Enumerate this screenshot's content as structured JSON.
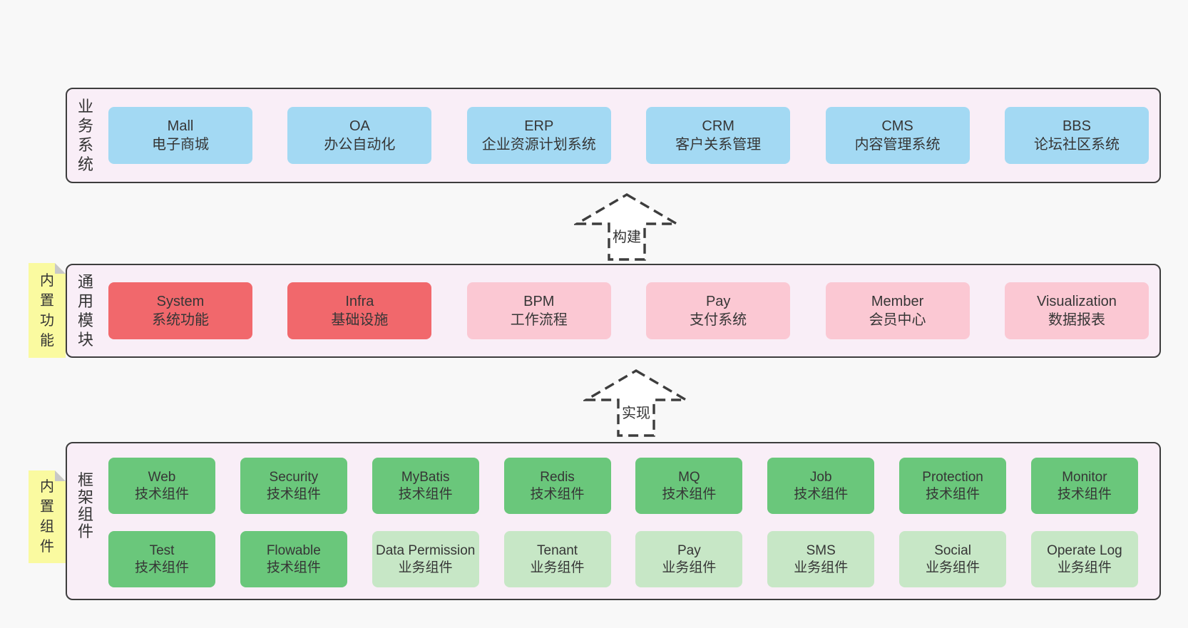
{
  "palette": {
    "page_bg": "#f8f8f8",
    "layer_bg": "#f9eef7",
    "layer_border": "#3d3d3d",
    "blue": "#a3d9f3",
    "red": "#f1686c",
    "pink": "#fbc8d3",
    "green": "#6ac77b",
    "green_light": "#c7e7c6",
    "sticky_yellow": "#fafaa0",
    "sticky_fold_gray": "#c8c8c8",
    "text": "#333333"
  },
  "business": {
    "label": "业务系统",
    "boxes": [
      {
        "title": "Mall",
        "subtitle": "电子商城",
        "variant": "blue"
      },
      {
        "title": "OA",
        "subtitle": "办公自动化",
        "variant": "blue"
      },
      {
        "title": "ERP",
        "subtitle": "企业资源计划系统",
        "variant": "blue"
      },
      {
        "title": "CRM",
        "subtitle": "客户关系管理",
        "variant": "blue"
      },
      {
        "title": "CMS",
        "subtitle": "内容管理系统",
        "variant": "blue"
      },
      {
        "title": "BBS",
        "subtitle": "论坛社区系统",
        "variant": "blue"
      }
    ]
  },
  "arrows": [
    {
      "label": "构建"
    },
    {
      "label": "实现"
    }
  ],
  "modules": {
    "label": "通用模块",
    "sticky": "内置功能",
    "boxes": [
      {
        "title": "System",
        "subtitle": "系统功能",
        "variant": "red"
      },
      {
        "title": "Infra",
        "subtitle": "基础设施",
        "variant": "red"
      },
      {
        "title": "BPM",
        "subtitle": "工作流程",
        "variant": "pink"
      },
      {
        "title": "Pay",
        "subtitle": "支付系统",
        "variant": "pink"
      },
      {
        "title": "Member",
        "subtitle": "会员中心",
        "variant": "pink"
      },
      {
        "title": "Visualization",
        "subtitle": "数据报表",
        "variant": "pink"
      }
    ]
  },
  "components": {
    "label": "框架组件",
    "sticky": "内置组件",
    "row1": [
      {
        "title": "Web",
        "subtitle": "技术组件",
        "variant": "green"
      },
      {
        "title": "Security",
        "subtitle": "技术组件",
        "variant": "green"
      },
      {
        "title": "MyBatis",
        "subtitle": "技术组件",
        "variant": "green"
      },
      {
        "title": "Redis",
        "subtitle": "技术组件",
        "variant": "green"
      },
      {
        "title": "MQ",
        "subtitle": "技术组件",
        "variant": "green"
      },
      {
        "title": "Job",
        "subtitle": "技术组件",
        "variant": "green"
      },
      {
        "title": "Protection",
        "subtitle": "技术组件",
        "variant": "green"
      },
      {
        "title": "Monitor",
        "subtitle": "技术组件",
        "variant": "green"
      }
    ],
    "row2": [
      {
        "title": "Test",
        "subtitle": "技术组件",
        "variant": "green"
      },
      {
        "title": "Flowable",
        "subtitle": "技术组件",
        "variant": "green"
      },
      {
        "title": "Data Permission",
        "subtitle": "业务组件",
        "variant": "green-light"
      },
      {
        "title": "Tenant",
        "subtitle": "业务组件",
        "variant": "green-light"
      },
      {
        "title": "Pay",
        "subtitle": "业务组件",
        "variant": "green-light"
      },
      {
        "title": "SMS",
        "subtitle": "业务组件",
        "variant": "green-light"
      },
      {
        "title": "Social",
        "subtitle": "业务组件",
        "variant": "green-light"
      },
      {
        "title": "Operate Log",
        "subtitle": "业务组件",
        "variant": "green-light"
      }
    ]
  }
}
